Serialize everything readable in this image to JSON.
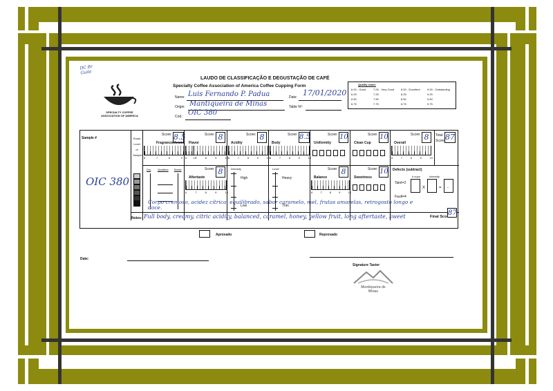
{
  "form": {
    "title": "LAUDO DE CLASSIFICAÇÃO E DEGUSTAÇÃO DE CAFÉ",
    "subtitle": "Specialty Coffee Association of America Coffee Cupping Form",
    "corner_note": "DC Br Guile",
    "logo_sca": "SPECIALTY COFFEE ASSOCIATION OF AMERICA",
    "logo_bottom": "Montiqueira de Minas"
  },
  "header": {
    "name_label": "Name:",
    "name_value": "Luis Fernando P. Padua",
    "date_label": "Date:",
    "date_value": "17/01/2020",
    "origin_label": "Origin:",
    "origin_value": "Mantiqueira de Minas",
    "table_label": "Table Nº:",
    "cod_label": "Cod.:",
    "cod_value": "OIC 380"
  },
  "quality_scale": {
    "title": "Quality scale:",
    "rows": [
      [
        "6.00 - Good",
        "7.00 - Very Good",
        "8.00 - Excellent",
        "9.00 - Outstanding"
      ],
      [
        "6.25",
        "7.25",
        "8.25",
        "9.25"
      ],
      [
        "6.50",
        "7.50",
        "8.50",
        "9.50"
      ],
      [
        "6.75",
        "7.75",
        "8.75",
        "9.75"
      ]
    ]
  },
  "grid": {
    "sample_label": "Sample #",
    "sample_value": "OIC 380",
    "roast_label": "Roast Level of Sample",
    "score_label": "Score:",
    "fragrance": "Fragrance/Aroma",
    "fragrance_score": "8.5",
    "flavor": "Flavor",
    "flavor_score": "8",
    "acidity": "Acidity",
    "acidity_score": "8",
    "body": "Body",
    "body_score": "8.5",
    "uniformity": "Uniformity",
    "uniformity_score": "10",
    "clean_cup": "Clean Cup",
    "clean_cup_score": "10",
    "overall": "Overall",
    "overall_score": "8",
    "total": "Total Score",
    "total_score": "87",
    "dry": "Dry",
    "qualities": "Qualities",
    "break": "Break",
    "aftertaste": "Aftertaste",
    "aftertaste_score": "8",
    "intensity": "Intensity",
    "high": "High",
    "low": "Low",
    "level": "Level",
    "heavy": "Heavy",
    "thin": "Thin",
    "balance": "Balance",
    "balance_score": "8",
    "sweetness": "Sweetness",
    "sweetness_score": "10",
    "defects": "Defects (subtract)",
    "cups_label": "# cups",
    "intensity_label": "Intensity",
    "taint": "Taint=2",
    "fault": "Fault=4",
    "x_mark": "X",
    "eq_mark": "=",
    "minus_mark": "-",
    "scale_nums": [
      "6",
      "7",
      "8",
      "9",
      "10"
    ],
    "final_label": "Final Score",
    "final_value": "87",
    "notes_label": "Notes:",
    "notes_line1": "Corpo cremoso, acidez cítrica, equilibrado, sabor caramelo, mel, frutas amarelas, retrogosto longo e doce.",
    "notes_line2": "Full body, creamy, citric acidity, balanced, caramel, honey, yellow fruit, long aftertaste, sweet"
  },
  "footer": {
    "approved": "Aprovado",
    "rejected": "Reprovado",
    "date_label": "Date:",
    "signature_label": "Signature Taster"
  }
}
